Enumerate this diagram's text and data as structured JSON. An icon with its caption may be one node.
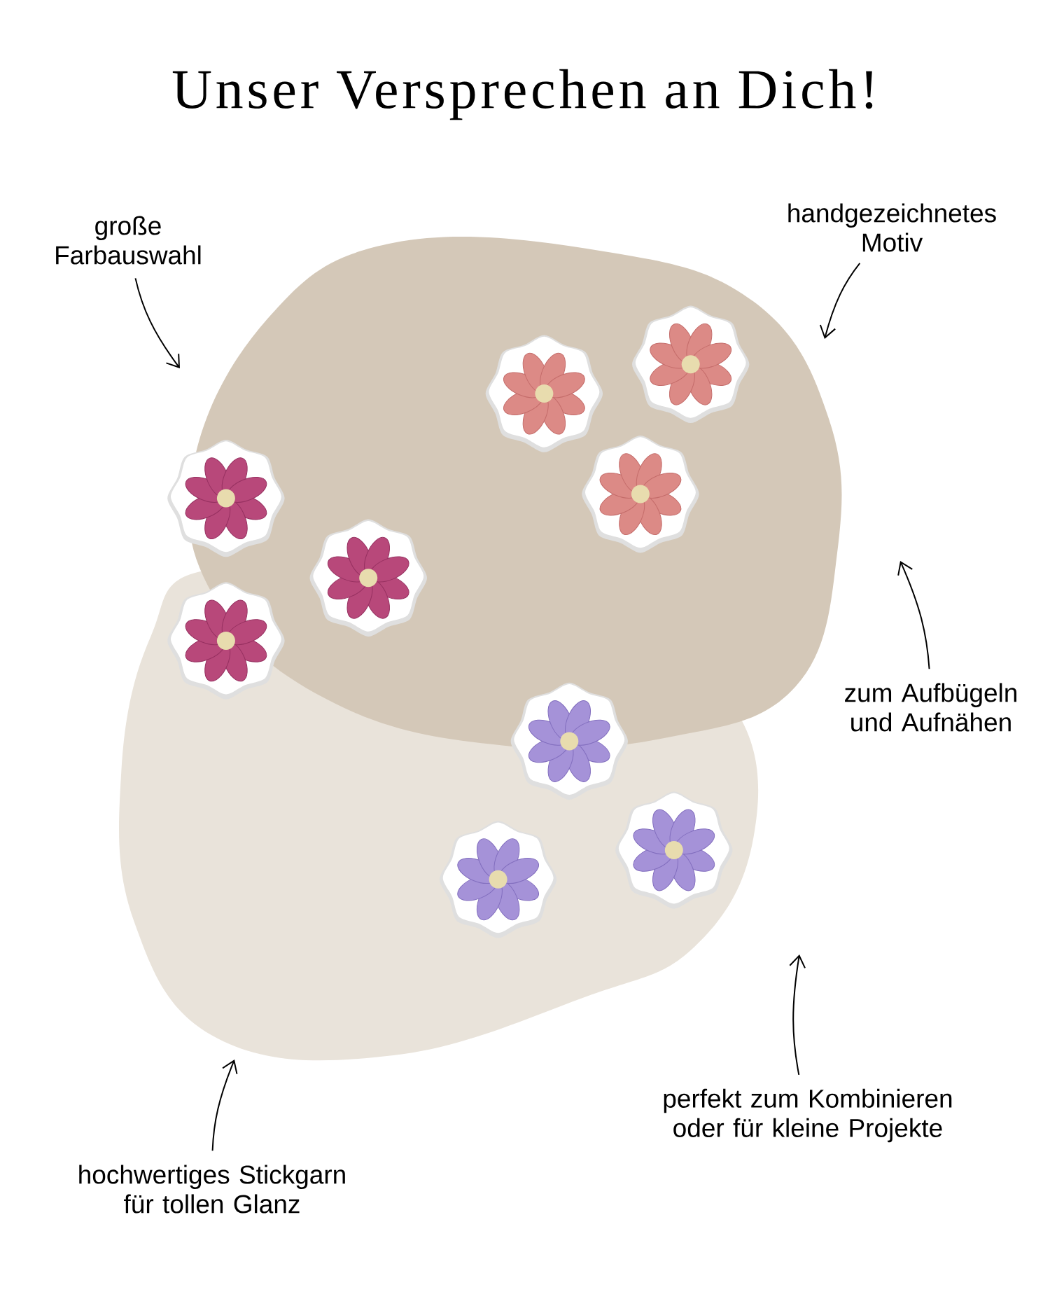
{
  "diagram": {
    "title": "Unser Versprechen an Dich!",
    "nodes": [
      {
        "text": [
          "große Farbauswahl"
        ]
      },
      {
        "text": [
          "handgezeichnetes Motiv"
        ]
      },
      {
        "text": [
          "zum Aufbügeln und Aufnähen"
        ]
      },
      {
        "text": [
          "perfekt zum Kombinieren oder für kleine Projekte"
        ]
      },
      {
        "text": [
          "hochwertiges Stickgarn für tollen Glanz"
        ]
      }
    ],
    "edges": [
      {
        "from": 0,
        "to": null,
        "arrow": "to"
      },
      {
        "from": 1,
        "to": null,
        "arrow": "to"
      },
      {
        "from": 2,
        "to": null,
        "arrow": "to"
      },
      {
        "from": 3,
        "to": null,
        "arrow": "to"
      },
      {
        "from": 4,
        "to": null,
        "arrow": "to"
      }
    ]
  }
}
